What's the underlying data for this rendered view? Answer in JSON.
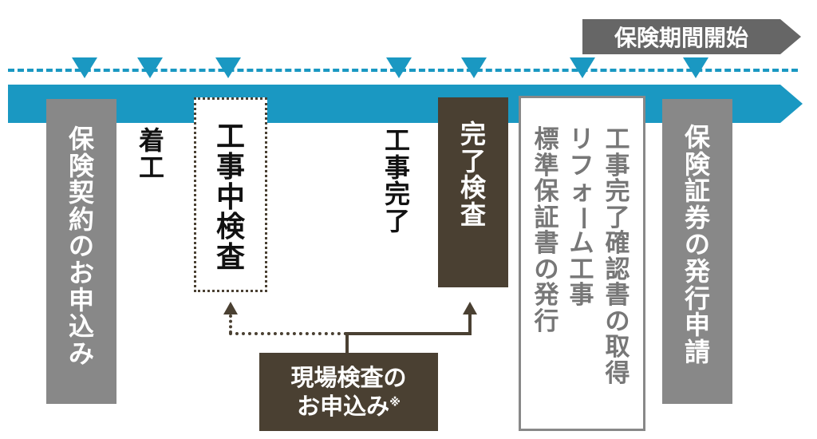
{
  "period_banner": {
    "label": "保険期間開始"
  },
  "steps": {
    "insurance_application": {
      "text": "保険契約のお申込み"
    },
    "construction_start": {
      "text": "着工"
    },
    "interim_inspection": {
      "text": "工事中検査"
    },
    "construction_complete": {
      "text": "工事完了"
    },
    "completion_inspection": {
      "text": "完了検査"
    },
    "certificate": {
      "col1": "工事完了確認書の取得",
      "col2": "リフォーム工事",
      "col3": "標準保証書の発行"
    },
    "policy_request": {
      "text": "保険証券の発行申請"
    }
  },
  "request_box": {
    "line1": "現場検査の",
    "line2": "お申込み",
    "note_mark": "※"
  },
  "colors": {
    "timeline_blue": "#1a98c2",
    "dark_brown": "#4a4032",
    "gray": "#888888",
    "banner_gray": "#666666"
  }
}
